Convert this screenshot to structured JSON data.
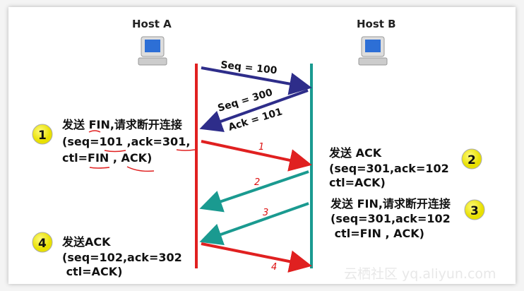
{
  "hosts": {
    "a": "Host A",
    "b": "Host B"
  },
  "messages": {
    "m1": "Seq = 100",
    "m2_seq": "Seq = 300",
    "m2_ack": "Ack = 101"
  },
  "hand_marks": [
    "1",
    "2",
    "3",
    "4"
  ],
  "steps": [
    {
      "num": "1",
      "lines": [
        "发送 FIN,请求断开连接",
        "(seq=101 ,ack=301,",
        "ctl=FIN , ACK)"
      ]
    },
    {
      "num": "2",
      "lines": [
        "发送 ACK",
        "(seq=301,ack=102",
        "ctl=ACK)"
      ]
    },
    {
      "num": "3",
      "lines": [
        "发送 FIN,请求断开连接",
        "(seq=301,ack=102",
        " ctl=FIN , ACK)"
      ]
    },
    {
      "num": "4",
      "lines": [
        "发送ACK",
        "(seq=102,ack=302",
        " ctl=ACK)"
      ]
    }
  ],
  "watermark": "云栖社区 yq.aliyun.com",
  "colors": {
    "host_a_line": "#e02020",
    "host_b_line": "#1a9a90",
    "handshake": "#2e2d8a",
    "badge": "#f4f21a"
  }
}
